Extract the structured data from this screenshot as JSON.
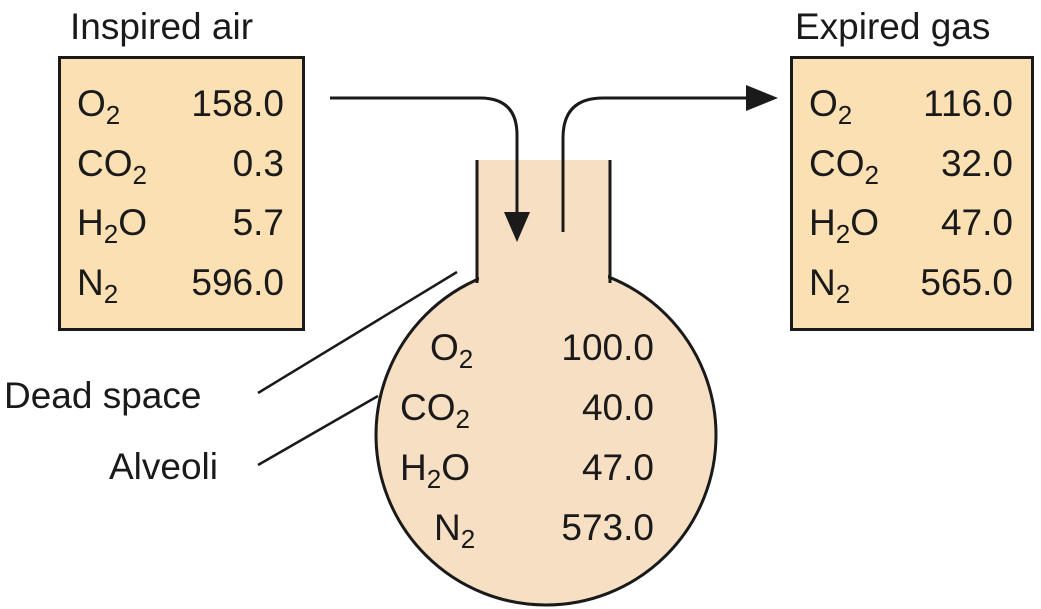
{
  "inspired": {
    "title": "Inspired air",
    "rows": [
      {
        "base": "O",
        "sub": "2",
        "rest": "",
        "value": "158.0"
      },
      {
        "base": "CO",
        "sub": "2",
        "rest": "",
        "value": "0.3"
      },
      {
        "base": "H",
        "sub": "2",
        "rest": "O",
        "value": "5.7"
      },
      {
        "base": "N",
        "sub": "2",
        "rest": "",
        "value": "596.0"
      }
    ]
  },
  "expired": {
    "title": "Expired gas",
    "rows": [
      {
        "base": "O",
        "sub": "2",
        "rest": "",
        "value": "116.0"
      },
      {
        "base": "CO",
        "sub": "2",
        "rest": "",
        "value": "32.0"
      },
      {
        "base": "H",
        "sub": "2",
        "rest": "O",
        "value": "47.0"
      },
      {
        "base": "N",
        "sub": "2",
        "rest": "",
        "value": "565.0"
      }
    ]
  },
  "alveoli": {
    "rows": [
      {
        "base": "O",
        "sub": "2",
        "rest": "",
        "value": "100.0"
      },
      {
        "base": "CO",
        "sub": "2",
        "rest": "",
        "value": "40.0"
      },
      {
        "base": "H",
        "sub": "2",
        "rest": "O",
        "value": "47.0"
      },
      {
        "base": "N",
        "sub": "2",
        "rest": "",
        "value": "573.0"
      }
    ]
  },
  "labels": {
    "dead_space": "Dead space",
    "alveoli": "Alveoli"
  },
  "colors": {
    "box_fill": "#fbe0b4",
    "flask_fill": "#f6dfc3",
    "stroke": "#1a1a1a"
  }
}
